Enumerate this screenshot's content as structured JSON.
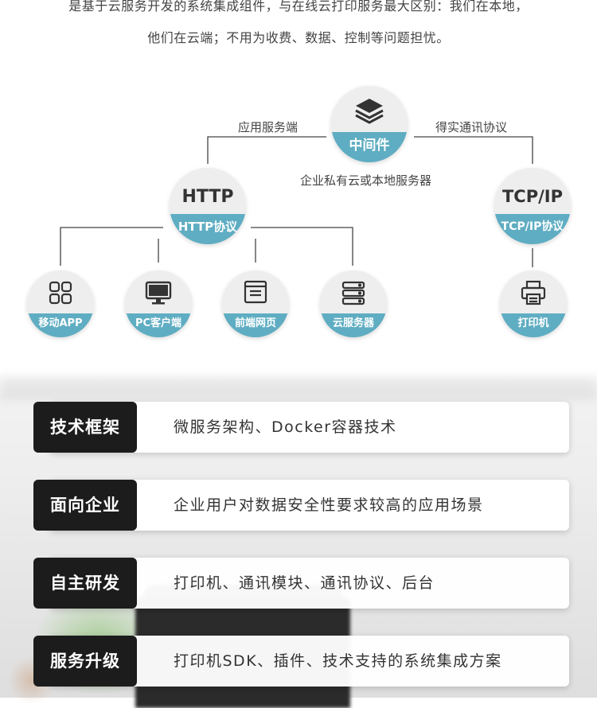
{
  "intro": {
    "line1": "是基于云服务开发的系统集成组件，与在线云打印服务最大区别：我们在本地，",
    "line2": "他们在云端；不用为收费、数据、控制等问题担忧。"
  },
  "diagram": {
    "center": {
      "label": "中间件",
      "note": "企业私有云或本地服务器",
      "icon": "layers-icon"
    },
    "left_edge_label": "应用服务端",
    "right_edge_label": "得实通讯协议",
    "http": {
      "title": "HTTP",
      "label": "HTTP协议"
    },
    "tcp": {
      "title": "TCP/IP",
      "label": "TCP/IP协议"
    },
    "clients": [
      {
        "label": "移动APP",
        "icon": "apps-grid-icon"
      },
      {
        "label": "PC客户端",
        "icon": "monitor-icon"
      },
      {
        "label": "前端网页",
        "icon": "webpage-icon"
      },
      {
        "label": "云服务器",
        "icon": "server-icon"
      }
    ],
    "printer": {
      "label": "打印机",
      "icon": "printer-icon"
    },
    "colors": {
      "accent": "#5fadc2",
      "node_bg": "#eeeeee"
    }
  },
  "features": [
    {
      "tag": "技术框架",
      "desc": "微服务架构、Docker容器技术"
    },
    {
      "tag": "面向企业",
      "desc": "企业用户对数据安全性要求较高的应用场景"
    },
    {
      "tag": "自主研发",
      "desc": "打印机、通讯模块、通讯协议、后台"
    },
    {
      "tag": "服务升级",
      "desc": "打印机SDK、插件、技术支持的系统集成方案"
    }
  ]
}
